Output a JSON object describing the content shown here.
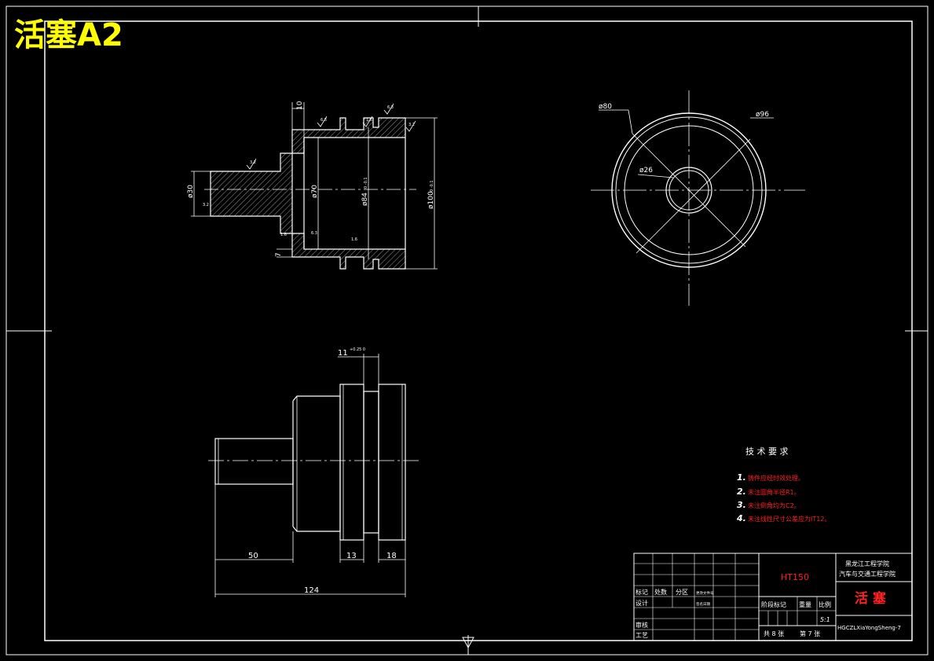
{
  "sheet_title": "活塞A2",
  "dimensions": {
    "d30": "ø30",
    "d70": "ø70",
    "d84": "ø84",
    "d84_tol": "0 -0.1",
    "d100": "ø100",
    "d100_tol": "0 -0.1",
    "gap_10": "10",
    "gap_7": "7",
    "d80": "ø80",
    "d96": "ø96",
    "d26": "ø26",
    "groove_11": "11",
    "groove_11_tol": "+0.25 0",
    "len_50": "50",
    "len_13": "13",
    "len_18": "18",
    "len_124": "124"
  },
  "roughness": {
    "r1": "3.2",
    "r2": "6.3",
    "r3": "1.6",
    "r4": "6.3",
    "r5": "3.2",
    "r6": "3.2",
    "r7": "1.6",
    "r8": "6.3",
    "r9": "1.6"
  },
  "tech_req": {
    "heading": "技 术 要 求",
    "items": [
      {
        "num": "1.",
        "text": "铸件应经时效处理。"
      },
      {
        "num": "2.",
        "text": "未注圆角半径R1。"
      },
      {
        "num": "3.",
        "text": "未注倒角均为C2。"
      },
      {
        "num": "4.",
        "text": "未注线性尺寸公差应为IT12。"
      }
    ]
  },
  "title_block": {
    "material": "HT150",
    "school_line1": "黑龙江工程学院",
    "school_line2": "汽车与交通工程学院",
    "part_name": "活 塞",
    "drawing_no": "HGCZLXiaYongSheng-7",
    "mark": "标记",
    "count": "处数",
    "zone": "分区",
    "change_doc": "更改文件号",
    "sign_date": "签名日期",
    "design": "设计",
    "review": "审核",
    "process": "工艺",
    "stage_mark": "阶段标记",
    "weight": "重量",
    "scale_label": "比例",
    "scale_value": "5:1",
    "sheets": "共 8 张",
    "sheet_no": "第 7 张"
  },
  "colors": {
    "line": "#ffffff",
    "title": "#ffff00",
    "red": "#ff2020"
  }
}
